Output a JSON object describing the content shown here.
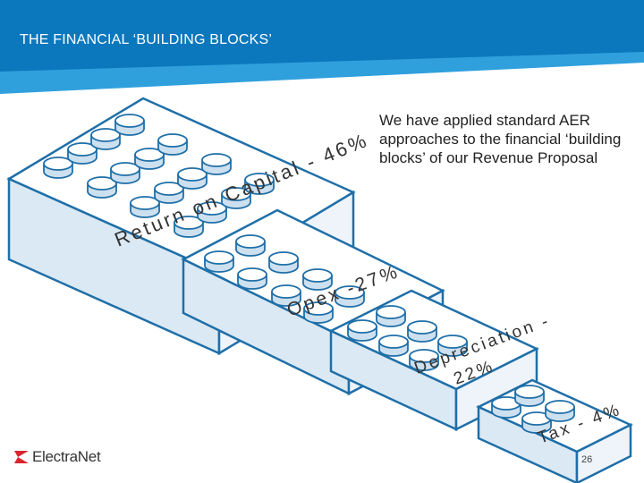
{
  "header": {
    "title": "THE FINANCIAL ‘BUILDING BLOCKS’",
    "colors": {
      "dark": "#0b78bd",
      "light": "#2fa0dc"
    }
  },
  "intro_text": "We have applied standard AER approaches to the financial ‘building blocks’ of our Revenue Proposal",
  "blocks": [
    {
      "label": "Return on Capital - 46%",
      "share_percent": 46
    },
    {
      "label": "Opex -27%",
      "share_percent": 27
    },
    {
      "label_line1": "Depreciation -",
      "label_line2": "22%",
      "share_percent": 22
    },
    {
      "label": "Tax - 4%",
      "share_percent": 4
    }
  ],
  "brick_colors": {
    "outline": "#1f6fa8",
    "side": "#dbe9f4",
    "top": "#ffffff",
    "stud": "#cde0ef"
  },
  "footer": {
    "logo_text": "ElectraNet",
    "page_number": "26",
    "logo_color": "#d7262e"
  }
}
